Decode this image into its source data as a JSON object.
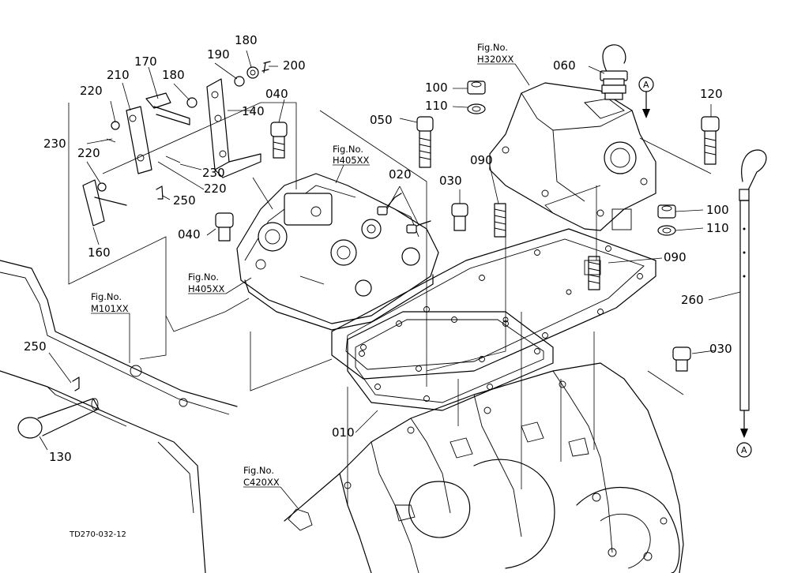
{
  "drawing_code": "TD270-032-12",
  "callouts": {
    "p010": "010",
    "p020": "020",
    "p030a": "030",
    "p030b": "030",
    "p040a": "040",
    "p040b": "040",
    "p050": "050",
    "p060": "060",
    "p090a": "090",
    "p090b": "090",
    "p100a": "100",
    "p100b": "100",
    "p110a": "110",
    "p110b": "110",
    "p120": "120",
    "p130": "130",
    "p140": "140",
    "p160": "160",
    "p170": "170",
    "p180a": "180",
    "p180b": "180",
    "p190": "190",
    "p200": "200",
    "p210": "210",
    "p220a": "220",
    "p220b": "220",
    "p220c": "220",
    "p230a": "230",
    "p230b": "230",
    "p250a": "250",
    "p250b": "250",
    "p260": "260"
  },
  "fig_refs": {
    "h320": {
      "label": "Fig.No.",
      "number": "H320XX"
    },
    "h405a": {
      "label": "Fig.No.",
      "number": "H405XX"
    },
    "h405b": {
      "label": "Fig.No.",
      "number": "H405XX"
    },
    "m101": {
      "label": "Fig.No.",
      "number": "M101XX"
    },
    "c420": {
      "label": "Fig.No.",
      "number": "C420XX"
    }
  },
  "markers": {
    "a_top": "A",
    "a_bottom": "A"
  }
}
